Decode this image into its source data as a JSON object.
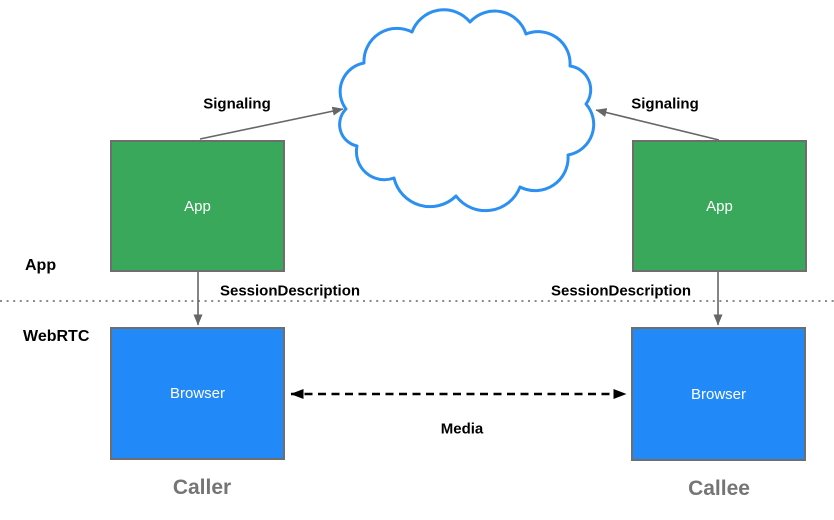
{
  "diagram": {
    "layer_labels": {
      "app": "App",
      "webrtc": "WebRTC"
    },
    "nodes": {
      "caller_app": {
        "label": "App"
      },
      "callee_app": {
        "label": "App"
      },
      "caller_browser": {
        "label": "Browser"
      },
      "callee_browser": {
        "label": "Browser"
      }
    },
    "edge_labels": {
      "signaling_left": "Signaling",
      "signaling_right": "Signaling",
      "session_description_left": "SessionDescription",
      "session_description_right": "SessionDescription",
      "media": "Media"
    },
    "role_labels": {
      "caller": "Caller",
      "callee": "Callee"
    },
    "icons": {
      "cloud": "cloud-network-icon"
    },
    "colors": {
      "app_fill": "#3aa85b",
      "browser_fill": "#2289f8",
      "cloud_stroke": "#2b90f2",
      "arrow_gray": "#666666",
      "media_black": "#000000",
      "divider_gray": "#8a8a8a",
      "role_label_gray": "#757575",
      "box_border": "#6e6e6e"
    }
  }
}
